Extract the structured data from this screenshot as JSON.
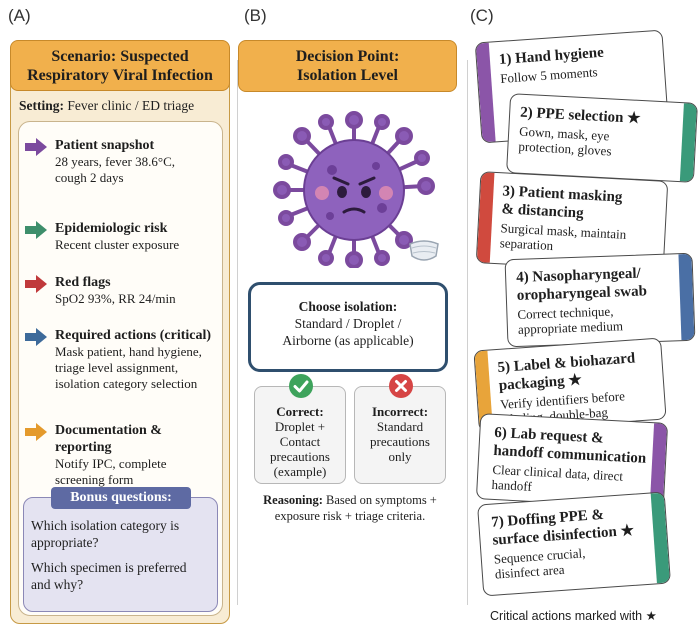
{
  "panel_labels": {
    "a": "(A)",
    "b": "(B)",
    "c": "(C)"
  },
  "panel_a": {
    "title_line1": "Scenario: Suspected",
    "title_line2": "Respiratory Viral Infection",
    "setting_label": "Setting:",
    "setting_value": "Fever clinic / ED triage",
    "items": [
      {
        "title": "Patient snapshot",
        "lines": [
          "28 years, fever 38.6°C,",
          "cough 2 days"
        ],
        "arrow_color": "#7b4a9e"
      },
      {
        "title": "Epidemiologic risk",
        "lines": [
          "Recent cluster exposure"
        ],
        "arrow_color": "#3e8e6b"
      },
      {
        "title": "Red flags",
        "lines": [
          "SpO2 93%, RR 24/min"
        ],
        "arrow_color": "#c0393b"
      },
      {
        "title": "Required actions (critical)",
        "lines": [
          "Mask patient, hand hygiene,",
          "triage level assignment,",
          "isolation category selection"
        ],
        "arrow_color": "#3d6a9a"
      },
      {
        "title": "Documentation & reporting",
        "lines": [
          "Notify IPC, complete",
          "screening form"
        ],
        "arrow_color": "#e49a2c"
      }
    ],
    "bonus_title": "Bonus questions:",
    "bonus_questions": [
      [
        "Which isolation category is",
        "appropriate?"
      ],
      [
        "Which specimen is preferred",
        "and why?"
      ]
    ]
  },
  "panel_b": {
    "title_line1": "Decision Point:",
    "title_line2": "Isolation Level",
    "choose_title": "Choose isolation:",
    "choose_lines": [
      "Standard / Droplet /",
      "Airborne (as applicable)"
    ],
    "correct": {
      "title": "Correct:",
      "lines": [
        "Droplet +",
        "Contact",
        "precautions",
        "(example)"
      ],
      "icon": "check-icon",
      "color": "#3ea35c"
    },
    "incorrect": {
      "title": "Incorrect:",
      "lines": [
        "Standard",
        "precautions",
        "only"
      ],
      "icon": "x-icon",
      "color": "#d64545"
    },
    "reasoning_label": "Reasoning:",
    "reasoning_text": "Based on symptoms +",
    "reasoning_line2": "exposure risk + triage criteria."
  },
  "panel_c": {
    "steps": [
      {
        "title": [
          "1) Hand hygiene"
        ],
        "body": [
          "Follow 5 moments"
        ],
        "color": "#8b55a8"
      },
      {
        "title": [
          "2) PPE selection ★"
        ],
        "body": [
          "Gown, mask, eye",
          "protection, gloves"
        ],
        "color": "#3a9a7a"
      },
      {
        "title": [
          "3) Patient masking",
          "& distancing"
        ],
        "body": [
          "Surgical mask, maintain",
          "separation"
        ],
        "color": "#d04a3e"
      },
      {
        "title": [
          "4) Nasopharyngeal/",
          "oropharyngeal swab"
        ],
        "body": [
          "Correct technique,",
          "appropriate medium"
        ],
        "color": "#4a6fa5"
      },
      {
        "title": [
          "5) Label & biohazard",
          "packaging ★"
        ],
        "body": [
          "Verify identifiers before",
          "labeling, double-bag"
        ],
        "color": "#e8a43a"
      },
      {
        "title": [
          "6) Lab request &",
          "handoff communication"
        ],
        "body": [
          "Clear clinical data, direct",
          "handoff"
        ],
        "color": "#8b55a8"
      },
      {
        "title": [
          "7) Doffing PPE &",
          "surface disinfection ★"
        ],
        "body": [
          "Sequence crucial,",
          "disinfect area"
        ],
        "color": "#3a9a7a"
      }
    ],
    "footer": "Critical actions marked with ★"
  }
}
